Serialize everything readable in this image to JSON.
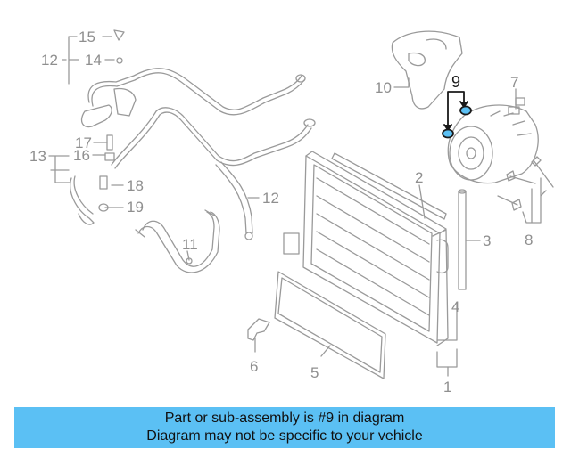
{
  "callouts": {
    "c1": "1",
    "c2": "2",
    "c3": "3",
    "c4": "4",
    "c5": "5",
    "c6": "6",
    "c7": "7",
    "c8": "8",
    "c9": "9",
    "c10": "10",
    "c11": "11",
    "c12a": "12",
    "c12b": "12",
    "c13": "13",
    "c14": "14",
    "c15": "15",
    "c16": "16",
    "c17": "17",
    "c18": "18",
    "c19": "19"
  },
  "banner": {
    "line1": "Part or sub-assembly is #9 in diagram",
    "line2": "Diagram may not be specific to your vehicle"
  },
  "colors": {
    "line": "#9a9a9a",
    "highlight": "#1a1a1a",
    "highlight_fill": "#5bc0f4",
    "banner": "#5bc0f4"
  }
}
